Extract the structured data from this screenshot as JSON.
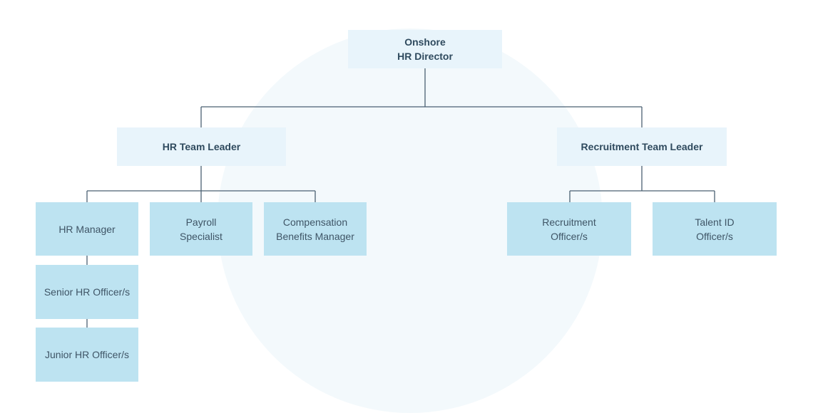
{
  "colors": {
    "lead_fill": "#e8f4fb",
    "leaf_fill": "#bde3f1",
    "connector": "#4a6072",
    "background_circle": "#f3f9fc"
  },
  "org": {
    "director": "Onshore\nHR Director",
    "hr_team_leader": "HR Team Leader",
    "recruitment_team_leader": "Recruitment Team Leader",
    "hr_manager": "HR Manager",
    "payroll_specialist": "Payroll\nSpecialist",
    "compensation_benefits_manager": "Compensation\nBenefits Manager",
    "senior_hr_officer": "Senior HR Officer/s",
    "junior_hr_officer": "Junior HR Officer/s",
    "recruitment_officer": "Recruitment\nOfficer/s",
    "talent_id_officer": "Talent ID\nOfficer/s"
  }
}
